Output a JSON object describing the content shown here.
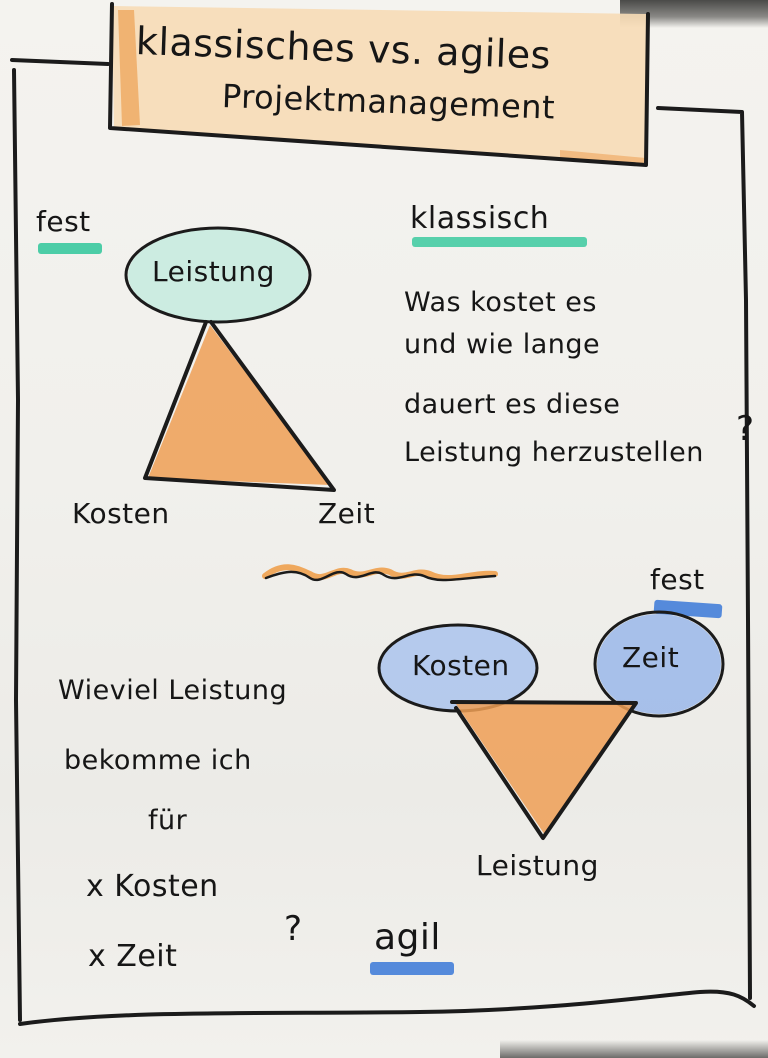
{
  "title": {
    "line1": "klassisches vs. agiles",
    "line2": "Projektmanagement"
  },
  "colors": {
    "ink": "#161616",
    "paper": "#f3f2ee",
    "title_highlight": "#f0b066",
    "classic_accent": "#2fc79a",
    "agile_accent": "#3a78d8",
    "triangle_fill": "#ec9a4c"
  },
  "classic": {
    "fixed_label": "fest",
    "heading": "klassisch",
    "fixed_constraint": "Leistung",
    "corner_left": "Kosten",
    "corner_right": "Zeit",
    "question_lines": [
      "Was kostet es",
      "und wie lange",
      "dauert es diese",
      "Leistung herzustellen"
    ],
    "question_mark": "?"
  },
  "divider": {
    "icon": "wavy-line"
  },
  "agile": {
    "fixed_label": "fest",
    "heading": "agil",
    "fixed_left": "Kosten",
    "fixed_right": "Zeit",
    "bottom_corner": "Leistung",
    "question_lines": [
      "Wieviel Leistung",
      "bekomme ich",
      "für",
      "x Kosten",
      "x Zeit"
    ],
    "question_mark": "?"
  }
}
